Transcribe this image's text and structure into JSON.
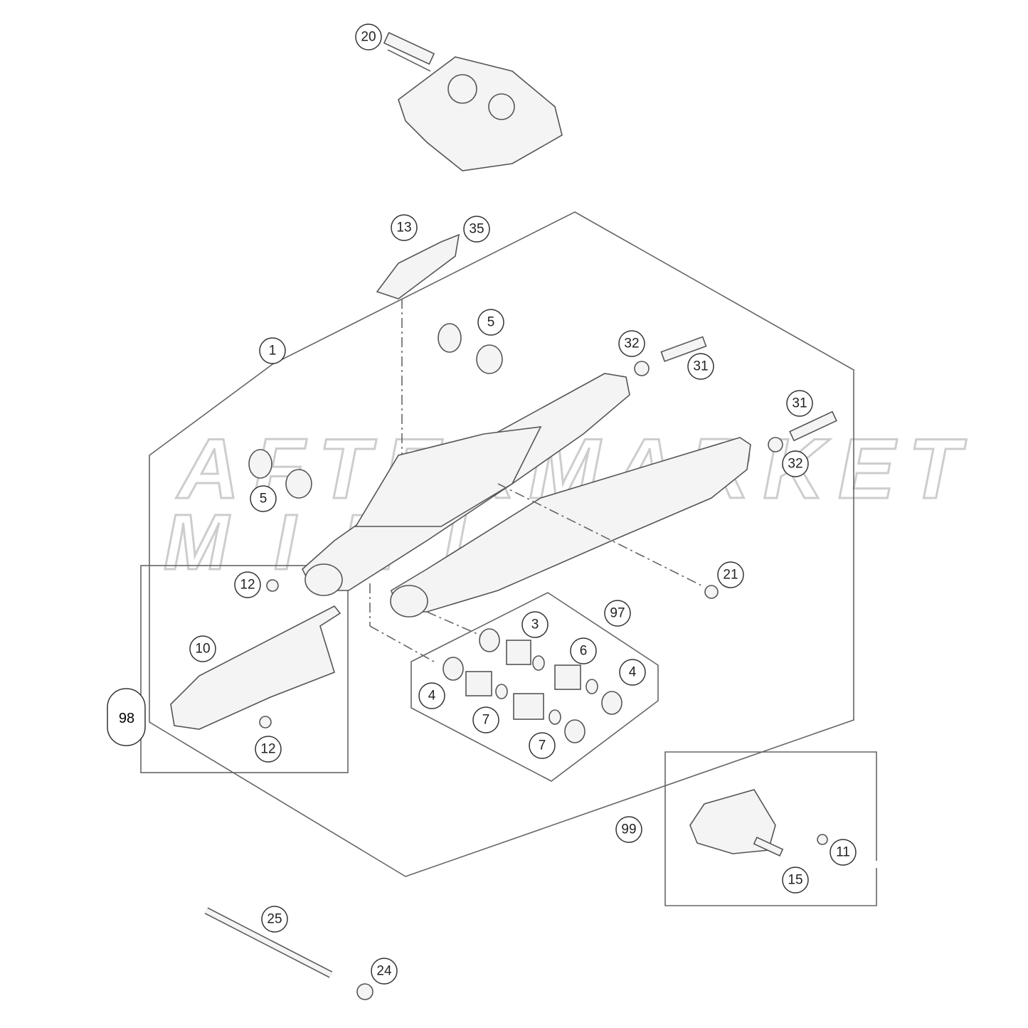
{
  "watermark": {
    "line1": "AFTERMARKET",
    "line2": "MINIS"
  },
  "callouts": [
    {
      "label": "20"
    },
    {
      "label": "13"
    },
    {
      "label": "35"
    },
    {
      "label": "5"
    },
    {
      "label": "1"
    },
    {
      "label": "32"
    },
    {
      "label": "31"
    },
    {
      "label": "31"
    },
    {
      "label": "32"
    },
    {
      "label": "5"
    },
    {
      "label": "21"
    },
    {
      "label": "12"
    },
    {
      "label": "10"
    },
    {
      "label": "97"
    },
    {
      "label": "3"
    },
    {
      "label": "6"
    },
    {
      "label": "4"
    },
    {
      "label": "4"
    },
    {
      "label": "7"
    },
    {
      "label": "7"
    },
    {
      "label": "12"
    },
    {
      "label": "99"
    },
    {
      "label": "11"
    },
    {
      "label": "15"
    },
    {
      "label": "25"
    },
    {
      "label": "24"
    }
  ],
  "group_label": "98"
}
